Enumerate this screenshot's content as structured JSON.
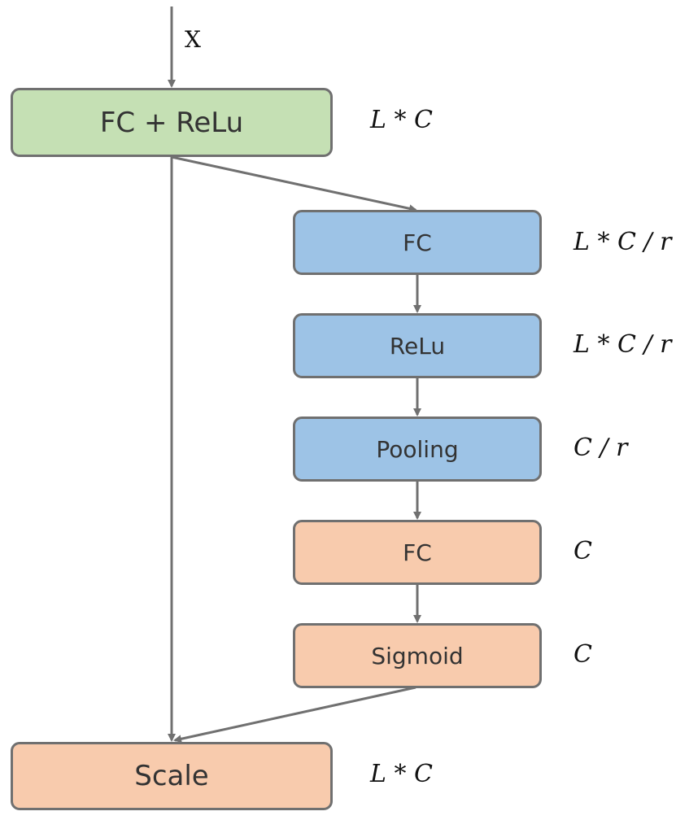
{
  "input_label": "X",
  "nodes": {
    "fc_relu": {
      "label": "FC + ReLu",
      "dim": "L * C"
    },
    "fc1": {
      "label": "FC",
      "dim": "L * C / r"
    },
    "relu": {
      "label": "ReLu",
      "dim": "L * C / r"
    },
    "pooling": {
      "label": "Pooling",
      "dim": "C / r"
    },
    "fc2": {
      "label": "FC",
      "dim": "C"
    },
    "sigmoid": {
      "label": "Sigmoid",
      "dim": "C"
    },
    "scale": {
      "label": "Scale",
      "dim": "L * C"
    }
  },
  "colors": {
    "green": "#c5e0b4",
    "blue": "#9dc3e6",
    "orange": "#f8cbad",
    "border": "#707070",
    "arrow": "#707070"
  }
}
